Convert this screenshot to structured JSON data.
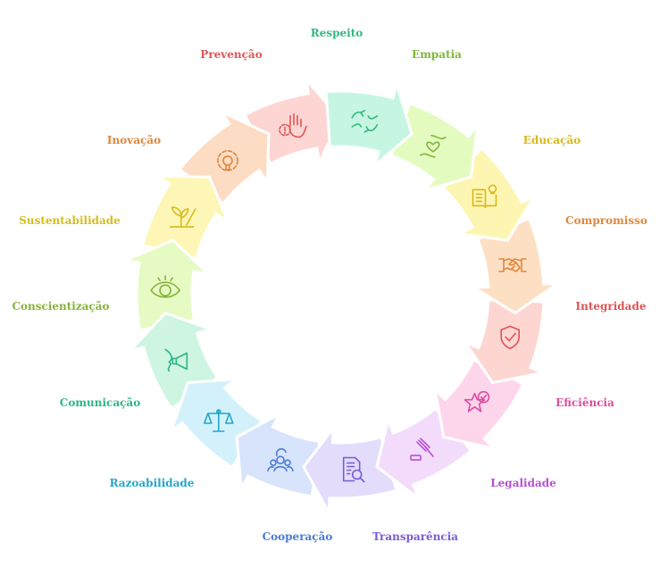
{
  "diagram": {
    "segments": [
      {
        "label": "Respeito",
        "icon": "hands-icon",
        "color": "#34b97f",
        "fill": "#c6f6e2"
      },
      {
        "label": "Empatia",
        "icon": "heart-hands-icon",
        "color": "#7db83a",
        "fill": "#e4fbc0"
      },
      {
        "label": "Educação",
        "icon": "book-lightbulb-icon",
        "color": "#d9b81a",
        "fill": "#fdf6b2"
      },
      {
        "label": "Compromisso",
        "icon": "handshake-icon",
        "color": "#e0873a",
        "fill": "#fde0c4"
      },
      {
        "label": "Integridade",
        "icon": "shield-check-icon",
        "color": "#dd5353",
        "fill": "#fdd6d2"
      },
      {
        "label": "Eficiência",
        "icon": "star-check-icon",
        "color": "#dd4ea0",
        "fill": "#fdd6ec"
      },
      {
        "label": "Legalidade",
        "icon": "gavel-icon",
        "color": "#b450d4",
        "fill": "#f3dcfb"
      },
      {
        "label": "Transparência",
        "icon": "document-search-icon",
        "color": "#7b5bd6",
        "fill": "#e3dcfb"
      },
      {
        "label": "Cooperação",
        "icon": "team-icon",
        "color": "#4a7bd6",
        "fill": "#d8e4fb"
      },
      {
        "label": "Razoabilidade",
        "icon": "scales-icon",
        "color": "#22a6cc",
        "fill": "#d3f1fb"
      },
      {
        "label": "Comunicação",
        "icon": "megaphone-icon",
        "color": "#2eb586",
        "fill": "#cdf5e2"
      },
      {
        "label": "Conscientização",
        "icon": "eye-icon",
        "color": "#86b23a",
        "fill": "#e6fbc4"
      },
      {
        "label": "Sustentabilidade",
        "icon": "plant-hand-icon",
        "color": "#d6bd1c",
        "fill": "#fdf6b6"
      },
      {
        "label": "Inovação",
        "icon": "gear-bulb-icon",
        "color": "#df873c",
        "fill": "#fddcc4"
      },
      {
        "label": "Prevenção",
        "icon": "hand-alert-icon",
        "color": "#dd5656",
        "fill": "#fdd6d4"
      }
    ]
  }
}
